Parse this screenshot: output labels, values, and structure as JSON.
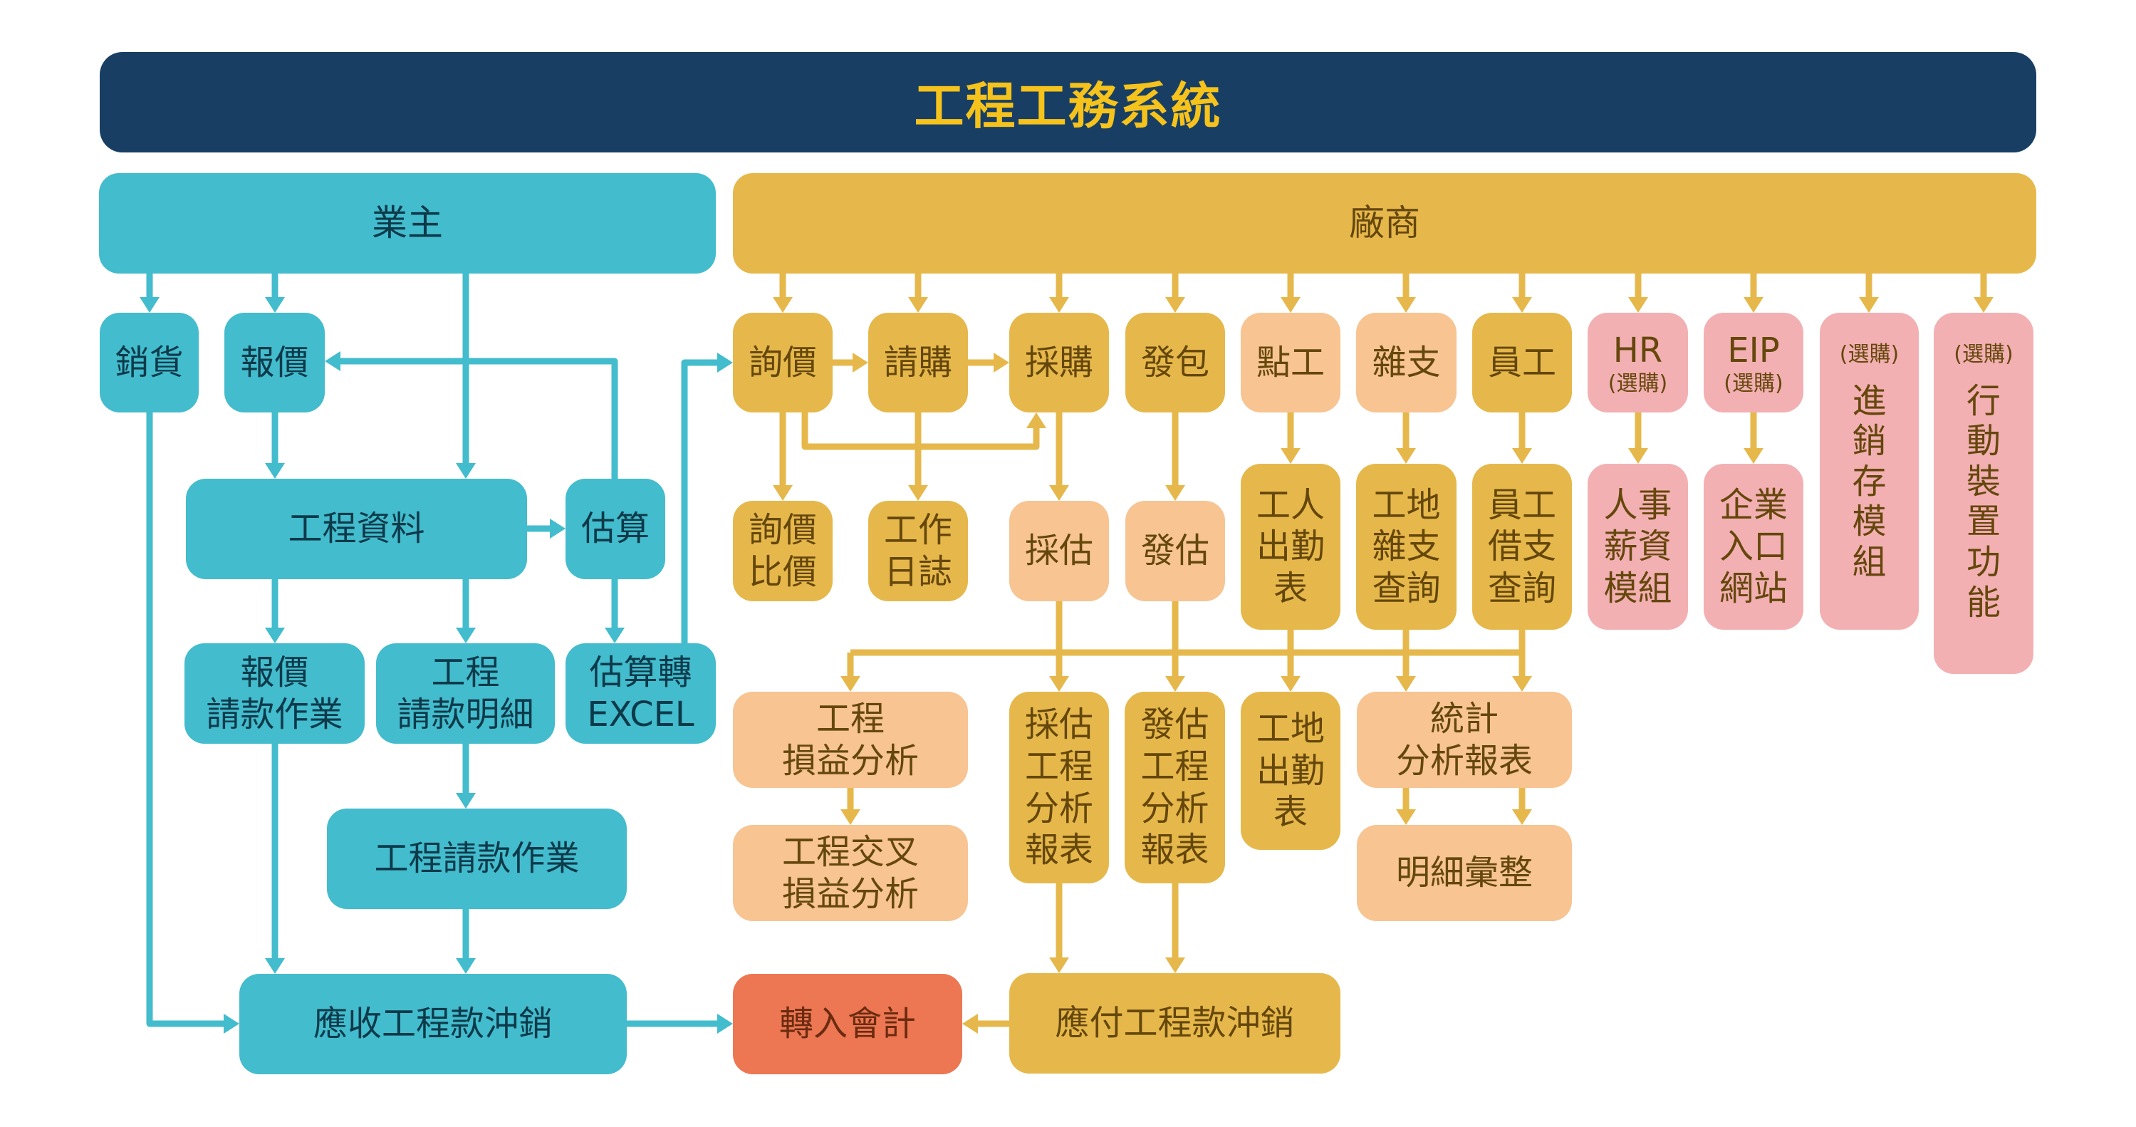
{
  "title": "工程工務系統",
  "colors": {
    "title_band": "#183f63",
    "title_text": "#f6c21c",
    "owner": "#43bccd",
    "vendor_primary": "#e6b84b",
    "vendor_secondary": "#f7c492",
    "optional": "#f3b0b3",
    "accounting": "#ec7752"
  },
  "owner": {
    "header": "業主",
    "nodes": {
      "sales": "銷貨",
      "quote": "報價",
      "project_data": "工程資料",
      "estimate": "估算",
      "quote_billing": "報價\n請款作業",
      "project_billing_detail": "工程\n請款明細",
      "estimate_to_excel": "估算轉\nEXCEL",
      "project_billing": "工程請款作業",
      "receivable_writeoff": "應收工程款沖銷"
    }
  },
  "accounting": {
    "transfer": "轉入會計"
  },
  "vendor": {
    "header": "廠商",
    "nodes": {
      "inquiry": "詢價",
      "requisition": "請購",
      "purchase": "採購",
      "subcontract": "發包",
      "labor": "點工",
      "misc": "雜支",
      "employee": "員工",
      "hr_title": "HR",
      "hr_optional": "(選購)",
      "eip_title": "EIP",
      "eip_optional": "(選購)",
      "inventory_optional": "(選購)",
      "inventory": "進\n銷\n存\n模\n組",
      "mobile_optional": "(選購)",
      "mobile": "行\n動\n裝\n置\n功\n能",
      "inquiry_compare": "詢價\n比價",
      "work_log": "工作\n日誌",
      "purchase_estimate": "採估",
      "subcontract_estimate": "發估",
      "worker_attendance": "工人\n出勤\n表",
      "site_misc_query": "工地\n雜支\n查詢",
      "employee_advance_query": "員工\n借支\n查詢",
      "hr_payroll": "人事\n薪資\n模組",
      "enterprise_portal": "企業\n入口\n網站",
      "project_pl": "工程\n損益分析",
      "purchase_est_report": "採估\n工程\n分析\n報表",
      "subcontract_est_report": "發估\n工程\n分析\n報表",
      "site_attendance": "工地\n出勤\n表",
      "stat_report": "統計\n分析報表",
      "cross_pl": "工程交叉\n損益分析",
      "detail_summary": "明細彙整",
      "payable_writeoff": "應付工程款沖銷"
    }
  }
}
